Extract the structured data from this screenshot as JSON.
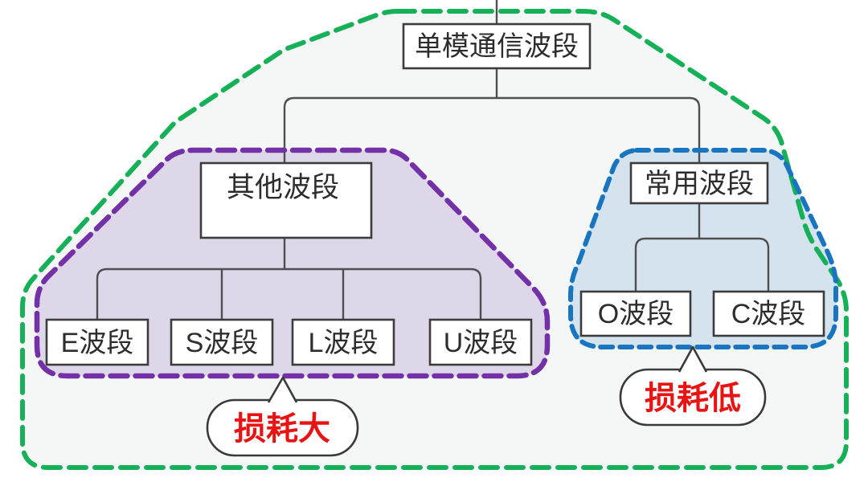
{
  "diagram": {
    "root": {
      "label": "单模通信波段"
    },
    "left_group": {
      "parent_label": "其他波段",
      "children": [
        {
          "label": "E波段"
        },
        {
          "label": "S波段"
        },
        {
          "label": "L波段"
        },
        {
          "label": "U波段"
        }
      ],
      "callout_label": "损耗大",
      "border_color": "#7430a6",
      "fill_color": "#ded7e9"
    },
    "right_group": {
      "parent_label": "常用波段",
      "children": [
        {
          "label": "O波段"
        },
        {
          "label": "C波段"
        }
      ],
      "callout_label": "损耗低",
      "border_color": "#1a75c0",
      "fill_color": "#d5e3ef"
    },
    "outer_region": {
      "border_color": "#16b058",
      "fill_color": "#f4f7f5"
    },
    "colors": {
      "callout_text": "#e81414",
      "box_border": "#3c3c3c",
      "box_fill": "#ffffff",
      "connector": "#4f4f4f"
    }
  }
}
